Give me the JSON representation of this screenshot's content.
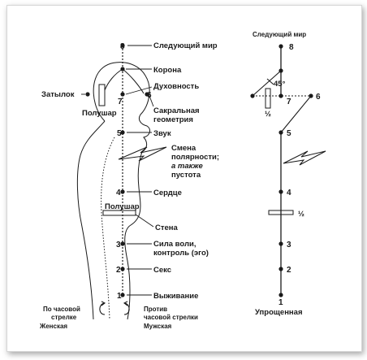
{
  "colors": {
    "ink": "#1a1a1a",
    "frame_border": "#d6d6d6",
    "background": "#ffffff"
  },
  "left_figure": {
    "chakras": [
      {
        "number": "8",
        "label": "Следующий мир"
      },
      {
        "number": "",
        "label": "Корона"
      },
      {
        "number": "7",
        "label": "Духовность"
      },
      {
        "number": "6",
        "label": "Сакральная геометрия"
      },
      {
        "number": "5",
        "label": "Звук"
      },
      {
        "number": "4",
        "label": "Сердце"
      },
      {
        "number": "3",
        "label": "Сила воли, контроль (эго)"
      },
      {
        "number": "2",
        "label": "Секс"
      },
      {
        "number": "1",
        "label": "Выживание"
      }
    ],
    "label_lines": {
      "next_world": "Следующий мир",
      "crown": "Корона",
      "spirituality": "Духовность",
      "sacred_1": "Сакральная",
      "sacred_2": "геометрия",
      "sound": "Звук",
      "polarity_1": "Смена",
      "polarity_2": "полярности;",
      "polarity_3": "а также",
      "polarity_4": "пустота",
      "heart": "Сердце",
      "wall": "Стена",
      "will_1": "Сила воли,",
      "will_2": "контроль (эго)",
      "sex": "Секс",
      "survival": "Выживание"
    },
    "occiput_label": "Затылок",
    "hemisphere_top": "Полушар",
    "hemisphere_chest": "Полушар",
    "clockwise_1": "По часовой",
    "clockwise_2": "стрелке",
    "counter_1": "Против",
    "counter_2": "часовой стрелки",
    "female": "Женская",
    "male": "Мужская",
    "icons": [
      "lightning-bolt-icon",
      "rotation-arrows-icon"
    ]
  },
  "right_figure": {
    "top_label": "Следующий мир",
    "numbers": [
      "8",
      "7",
      "6",
      "5",
      "4",
      "3",
      "2",
      "1"
    ],
    "angle_label": "45°",
    "half_upper": "½",
    "half_lower": "½",
    "bottom_label": "Упрощенная",
    "icons": [
      "lightning-bolt-icon"
    ]
  }
}
